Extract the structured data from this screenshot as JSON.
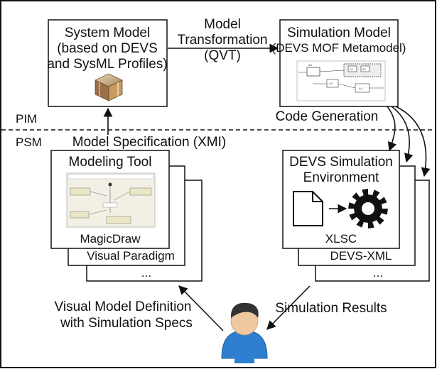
{
  "pim_label": "PIM",
  "psm_label": "PSM",
  "system_model": {
    "line1": "System Model",
    "line2": "(based on DEVS",
    "line3": "and SysML Profiles)"
  },
  "simulation_model": {
    "line1": "Simulation Model",
    "line2": "(DEVS MOF Metamodel)"
  },
  "model_transformation": {
    "line1": "Model",
    "line2": "Transformation",
    "line3": "(QVT)"
  },
  "code_generation": "Code Generation",
  "model_specification": "Model Specification (XMI)",
  "modeling_tool": {
    "title": "Modeling Tool",
    "tool1": "MagicDraw",
    "tool2": "Visual Paradigm",
    "more": "..."
  },
  "devs_env": {
    "line1": "DEVS Simulation",
    "line2": "Environment",
    "tool1": "XLSC",
    "tool2": "DEVS-XML",
    "more": "..."
  },
  "visual_model_def": {
    "line1": "Visual Model Definition",
    "line2": "with Simulation Specs"
  },
  "simulation_results": "Simulation Results",
  "sim_diagram_labels": [
    "A1",
    "A2",
    "A3",
    "A4",
    "A5"
  ],
  "colors": {
    "line": "#111111",
    "tool_panel": "#f2f0e4",
    "tool_box": "#eae6c6",
    "sim_box": "#d9d9d9",
    "user_hair": "#333333",
    "user_skin": "#f0c8a0",
    "user_shirt": "#2f7fd0"
  },
  "icons": [
    "cube-icon",
    "file-icon",
    "gear-icon",
    "user-icon"
  ]
}
